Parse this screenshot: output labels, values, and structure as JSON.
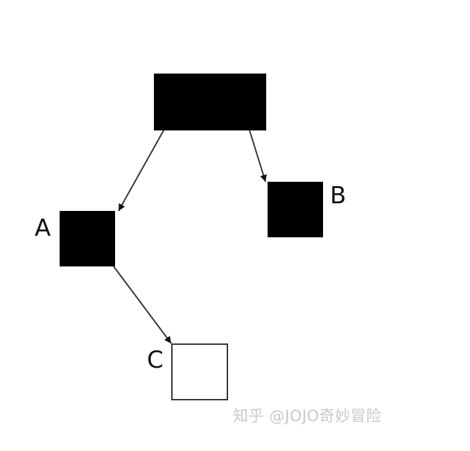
{
  "diagram": {
    "nodes": [
      {
        "id": "root",
        "label": "",
        "filled": true
      },
      {
        "id": "A",
        "label": "A",
        "filled": true
      },
      {
        "id": "B",
        "label": "B",
        "filled": true
      },
      {
        "id": "C",
        "label": "C",
        "filled": false
      }
    ],
    "edges": [
      {
        "from": "root",
        "to": "A"
      },
      {
        "from": "root",
        "to": "B"
      },
      {
        "from": "A",
        "to": "C"
      }
    ],
    "colors": {
      "fill": "#000000",
      "stroke": "#333333",
      "empty": "#ffffff"
    }
  },
  "watermark": {
    "text": "知乎 @JOJO奇妙冒险"
  }
}
